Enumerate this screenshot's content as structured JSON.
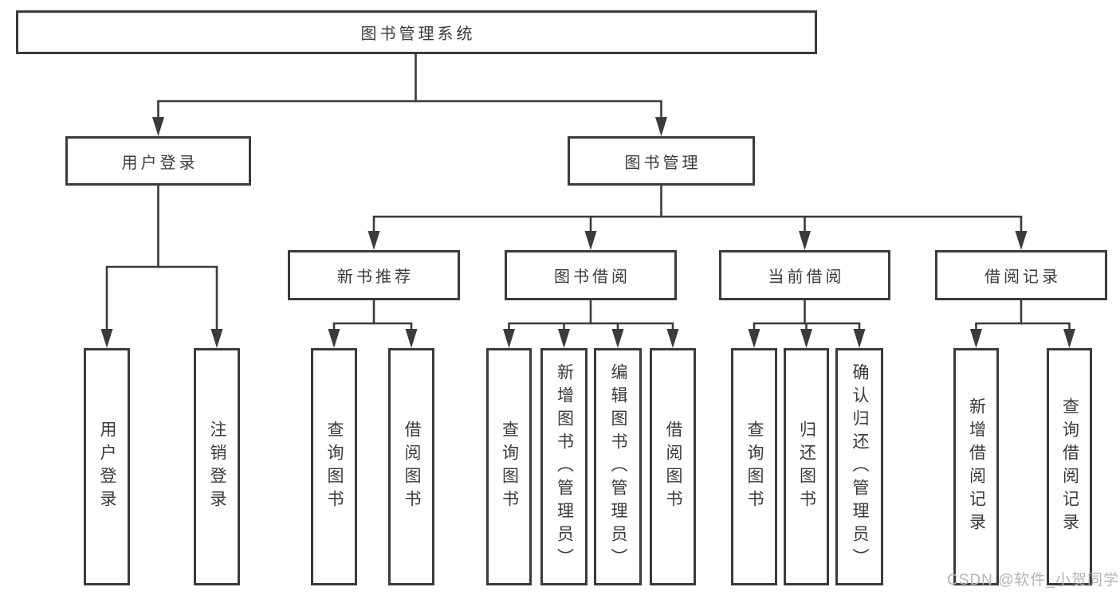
{
  "title": "图书管理系统",
  "nodes": {
    "root": {
      "label": "图书管理系统"
    },
    "level2": [
      {
        "label": "用户登录",
        "parent": "图书管理系统"
      },
      {
        "label": "图书管理",
        "parent": "图书管理系统"
      }
    ],
    "level3": [
      {
        "label": "新书推荐",
        "parent": "图书管理"
      },
      {
        "label": "图书借阅",
        "parent": "图书管理"
      },
      {
        "label": "当前借阅",
        "parent": "图书管理"
      },
      {
        "label": "借阅记录",
        "parent": "图书管理"
      }
    ],
    "level4": [
      {
        "label": "用户登录",
        "parent": "用户登录"
      },
      {
        "label": "注销登录",
        "parent": "用户登录"
      },
      {
        "label": "查询图书",
        "parent": "新书推荐"
      },
      {
        "label": "借阅图书",
        "parent": "新书推荐"
      },
      {
        "label": "查询图书",
        "parent": "图书借阅"
      },
      {
        "label": "新增图书（管理员）",
        "parent": "图书借阅"
      },
      {
        "label": "编辑图书（管理员）",
        "parent": "图书借阅"
      },
      {
        "label": "借阅图书",
        "parent": "图书借阅"
      },
      {
        "label": "查询图书",
        "parent": "当前借阅"
      },
      {
        "label": "归还图书",
        "parent": "当前借阅"
      },
      {
        "label": "确认归还（管理员）",
        "parent": "当前借阅"
      },
      {
        "label": "新增借阅记录",
        "parent": "借阅记录"
      },
      {
        "label": "查询借阅记录",
        "parent": "借阅记录"
      }
    ]
  },
  "watermark": "CSDN @软件_小贺同学",
  "colors": {
    "line": "#3b3b3b",
    "text": "#3a3a3a",
    "box_background": "#ffffff",
    "page_background": "#ffffff",
    "watermark": "#b5b3b3"
  }
}
